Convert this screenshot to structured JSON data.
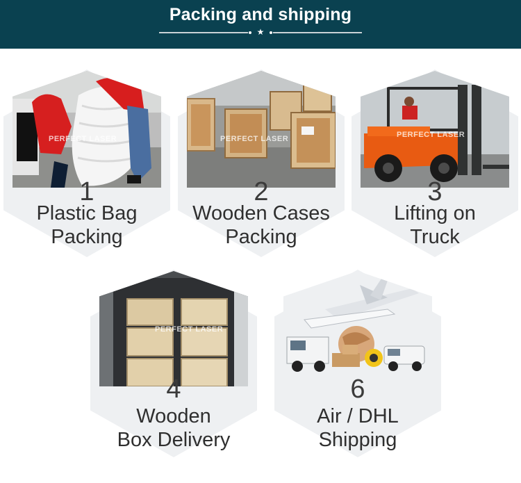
{
  "header": {
    "title": "Packing and shipping",
    "background": "#0a4150"
  },
  "watermark": "PERFECT LASER",
  "steps": [
    {
      "number": "1",
      "lines": [
        "Plastic Bag",
        "Packing"
      ],
      "photo": "plastic-bag-packing-photo"
    },
    {
      "number": "2",
      "lines": [
        "Wooden Cases",
        "Packing"
      ],
      "photo": "wooden-cases-photo"
    },
    {
      "number": "3",
      "lines": [
        "Lifting on",
        "Truck"
      ],
      "photo": "forklift-photo"
    },
    {
      "number": "4",
      "lines": [
        "Wooden",
        "Box Delivery"
      ],
      "photo": "container-photo"
    },
    {
      "number": "6",
      "lines": [
        "Air / DHL",
        "Shipping"
      ],
      "photo": "air-dhl-photo"
    }
  ]
}
